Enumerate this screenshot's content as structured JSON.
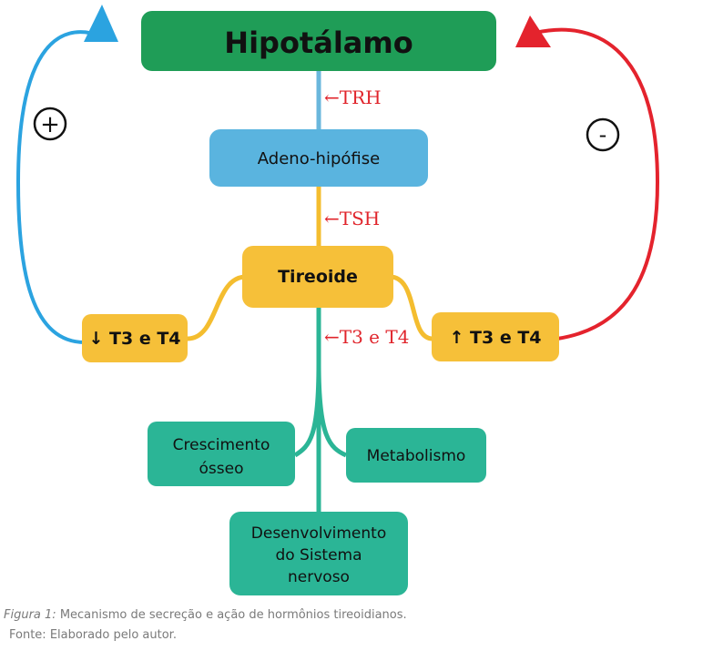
{
  "nodes": {
    "hipotalamo": "Hipotálamo",
    "adeno_hipofise": "Adeno-hipófise",
    "tireoide": "Tireoide",
    "t3t4_low": "↓ T3 e T4",
    "t3t4_high": "↑ T3 e T4",
    "crescimento_line1": "Crescimento",
    "crescimento_line2": "ósseo",
    "metabolismo": "Metabolismo",
    "desenvolvimento_line1": "Desenvolvimento",
    "desenvolvimento_line2": "do Sistema",
    "desenvolvimento_line3": "nervoso"
  },
  "hormones": {
    "trh": "←TRH",
    "tsh": "←TSH",
    "t3t4": "←T3 e T4"
  },
  "feedback": {
    "positive": "+",
    "negative": "-"
  },
  "caption": {
    "figure_label": "Figura 1:",
    "text": " Mecanismo de secreção e ação de hormônios tireoidianos.",
    "source": "Fonte: Elaborado pelo autor."
  },
  "colors": {
    "hipotalamo": "#1f9d57",
    "adeno": "#5ab4df",
    "tireoide": "#f6c039",
    "effects": "#2bb596",
    "positive_arrow": "#2ba3e0",
    "negative_arrow": "#e4232d",
    "hormone_text": "#e0242b"
  }
}
